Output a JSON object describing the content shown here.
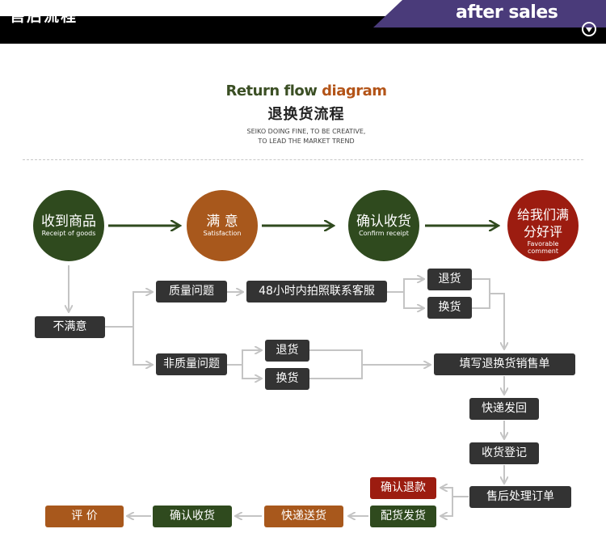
{
  "header": {
    "left_title": "售后流程",
    "right_title": "after sales",
    "toggle_icon": "chevron-down-circle-icon"
  },
  "heading": {
    "title_en_dark": "Return flow ",
    "title_en_accent": "diagram",
    "title_cn": "退换货流程",
    "tagline_line1": "SEIKO DOING FINE, TO BE CREATIVE,",
    "tagline_line2": "TO LEAD THE MARKET TREND"
  },
  "colors": {
    "green": "#2f4a1e",
    "brown": "#a8581c",
    "red": "#9c1c10",
    "dark_box": "#333333",
    "purple": "#4a3b7a",
    "accent_text": "#b35418",
    "arrow": "#c4c4c4"
  },
  "flow": {
    "receive": {
      "cn": "收到商品",
      "en": "Receipt of goods"
    },
    "satisfied": {
      "cn": "满 意",
      "en": "Satisfaction"
    },
    "confirm": {
      "cn": "确认收货",
      "en": "Confirm receipt"
    },
    "review": {
      "cn_line1": "给我们满",
      "cn_line2": "分好评",
      "en_line1": "Favorable",
      "en_line2": "comment"
    }
  },
  "process": {
    "unsatisfied": "不满意",
    "quality_issue": "质量问题",
    "contact_service": "48小时内拍照联系客服",
    "return_1": "退货",
    "exchange_1": "换货",
    "non_quality_issue": "非质量问题",
    "return_2": "退货",
    "exchange_2": "换货",
    "fill_form": "填写退换货销售单",
    "express_send": "快递发回",
    "register": "收货登记",
    "after_sales_order": "售后处理订单",
    "confirm_refund": "确认退款",
    "dispatch": "配货发货",
    "express_delivery": "快递送货",
    "confirm_receipt": "确认收货",
    "evaluate": "评 价"
  }
}
